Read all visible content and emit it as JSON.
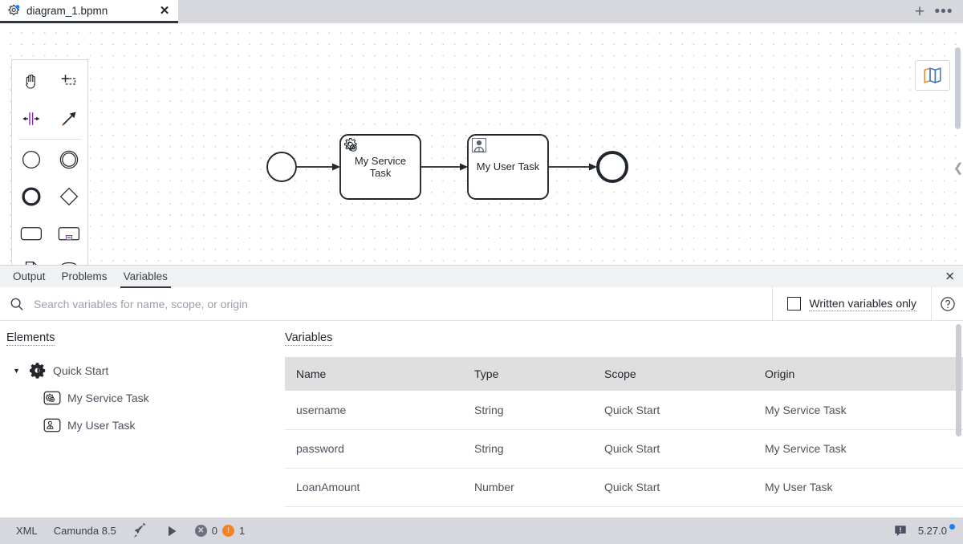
{
  "window": {
    "tab": {
      "title": "diagram_1.bpmn",
      "icon": "camunda-modeler-icon",
      "close_label": "✕"
    },
    "toolbar": {
      "new_tab_label": "+",
      "more_label": "•••"
    }
  },
  "canvas": {
    "palette": {
      "tools": [
        {
          "name": "hand-tool",
          "label": "Activate the hand tool"
        },
        {
          "name": "lasso-tool",
          "label": "Activate the lasso tool"
        },
        {
          "name": "space-tool",
          "label": "Activate the create/remove space tool"
        },
        {
          "name": "global-connect-tool",
          "label": "Activate the global connect tool"
        },
        {
          "name": "start-event-tool",
          "label": "Create start event"
        },
        {
          "name": "intermediate-event-tool",
          "label": "Create intermediate/boundary event"
        },
        {
          "name": "end-event-tool",
          "label": "Create end event"
        },
        {
          "name": "gateway-tool",
          "label": "Create gateway"
        },
        {
          "name": "task-tool",
          "label": "Create task"
        },
        {
          "name": "subprocess-tool",
          "label": "Create expanded sub-process"
        },
        {
          "name": "data-object-tool",
          "label": "Create data object reference"
        },
        {
          "name": "data-store-tool",
          "label": "Create data store reference"
        }
      ]
    },
    "minimap_label": "Toggle minimap",
    "diagram": {
      "start_event": {
        "label": "",
        "type": "start-event"
      },
      "nodes": [
        {
          "id": "service-task",
          "label_line1": "My Service",
          "label_line2": "Task",
          "type": "service-task"
        },
        {
          "id": "user-task",
          "label_line1": "My User Task",
          "label_line2": "",
          "type": "user-task"
        }
      ],
      "end_event": {
        "label": "",
        "type": "end-event"
      }
    }
  },
  "panel": {
    "tabs": [
      {
        "id": "output",
        "label": "Output",
        "active": false
      },
      {
        "id": "problems",
        "label": "Problems",
        "active": false
      },
      {
        "id": "variables",
        "label": "Variables",
        "active": true
      }
    ],
    "close_label": "✕",
    "search": {
      "placeholder": "Search variables for name, scope, or origin",
      "value": ""
    },
    "written_only": {
      "label": "Written variables only",
      "checked": false
    },
    "help_label": "?",
    "elements": {
      "heading": "Elements",
      "tree": [
        {
          "label": "Quick Start",
          "icon": "process-gear-icon",
          "level": 0,
          "expanded": true
        },
        {
          "label": "My Service Task",
          "icon": "service-task-icon",
          "level": 1,
          "expanded": false
        },
        {
          "label": "My User Task",
          "icon": "user-task-icon",
          "level": 1,
          "expanded": false
        }
      ]
    },
    "variables": {
      "heading": "Variables",
      "columns": [
        "Name",
        "Type",
        "Scope",
        "Origin"
      ],
      "rows": [
        {
          "name": "username",
          "type": "String",
          "scope": "Quick Start",
          "origin": "My Service Task"
        },
        {
          "name": "password",
          "type": "String",
          "scope": "Quick Start",
          "origin": "My Service Task"
        },
        {
          "name": "LoanAmount",
          "type": "Number",
          "scope": "Quick Start",
          "origin": "My User Task"
        }
      ]
    }
  },
  "statusbar": {
    "xml_label": "XML",
    "engine_label": "Camunda 8.5",
    "deploy_label": "Deploy current diagram",
    "run_label": "Start current diagram",
    "error_count": "0",
    "warning_count": "1",
    "error_color": "#6a707c",
    "warning_color": "#f58220",
    "notification_label": "Notifications",
    "version": "5.27.0",
    "update_dot_color": "#1a7ef5"
  }
}
